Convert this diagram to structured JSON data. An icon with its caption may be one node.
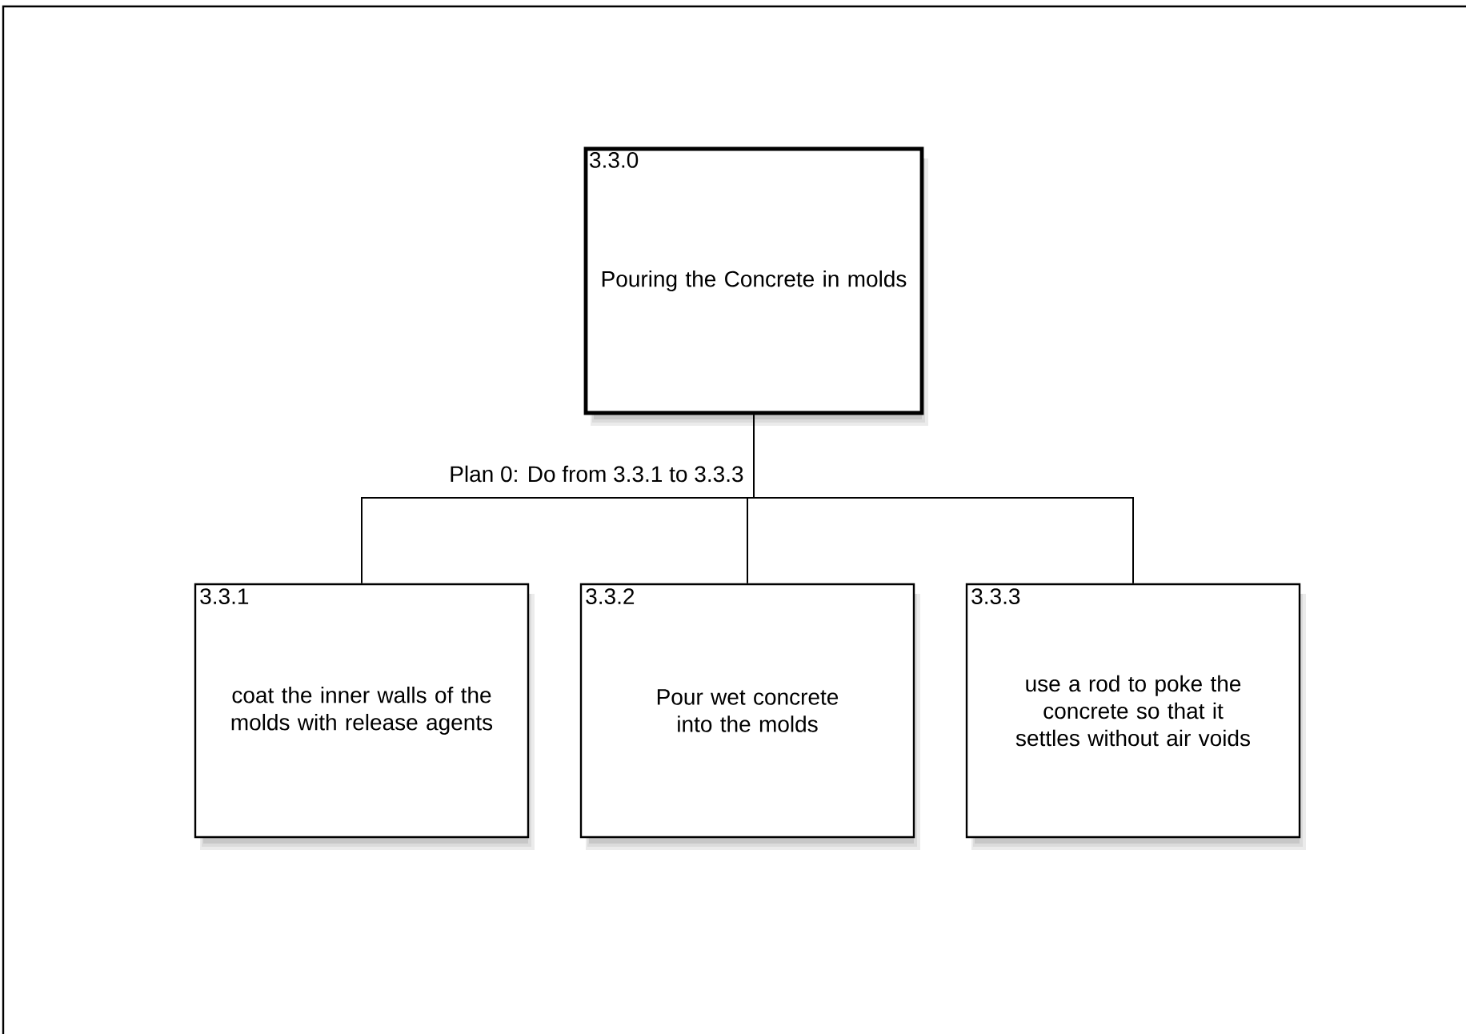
{
  "diagram": {
    "nodes": [
      {
        "text": [
          "3.3.0",
          "Pouring the Concrete in molds"
        ]
      },
      {
        "text": [
          "3.3.1",
          "coat the inner walls of the molds with release agents"
        ]
      },
      {
        "text": [
          "3.3.2",
          "Pour wet concrete into the molds"
        ]
      },
      {
        "text": [
          "3.3.3",
          "use a rod to poke the concrete so that it settles without air voids"
        ]
      }
    ],
    "edges": [
      {
        "from": 0,
        "to": 1,
        "arrow": "none"
      },
      {
        "from": 0,
        "to": 2,
        "arrow": "none"
      },
      {
        "from": 0,
        "to": 3,
        "arrow": "none"
      }
    ],
    "labels": [
      "Plan 0: Do from 3.3.1 to 3.3.3"
    ]
  }
}
